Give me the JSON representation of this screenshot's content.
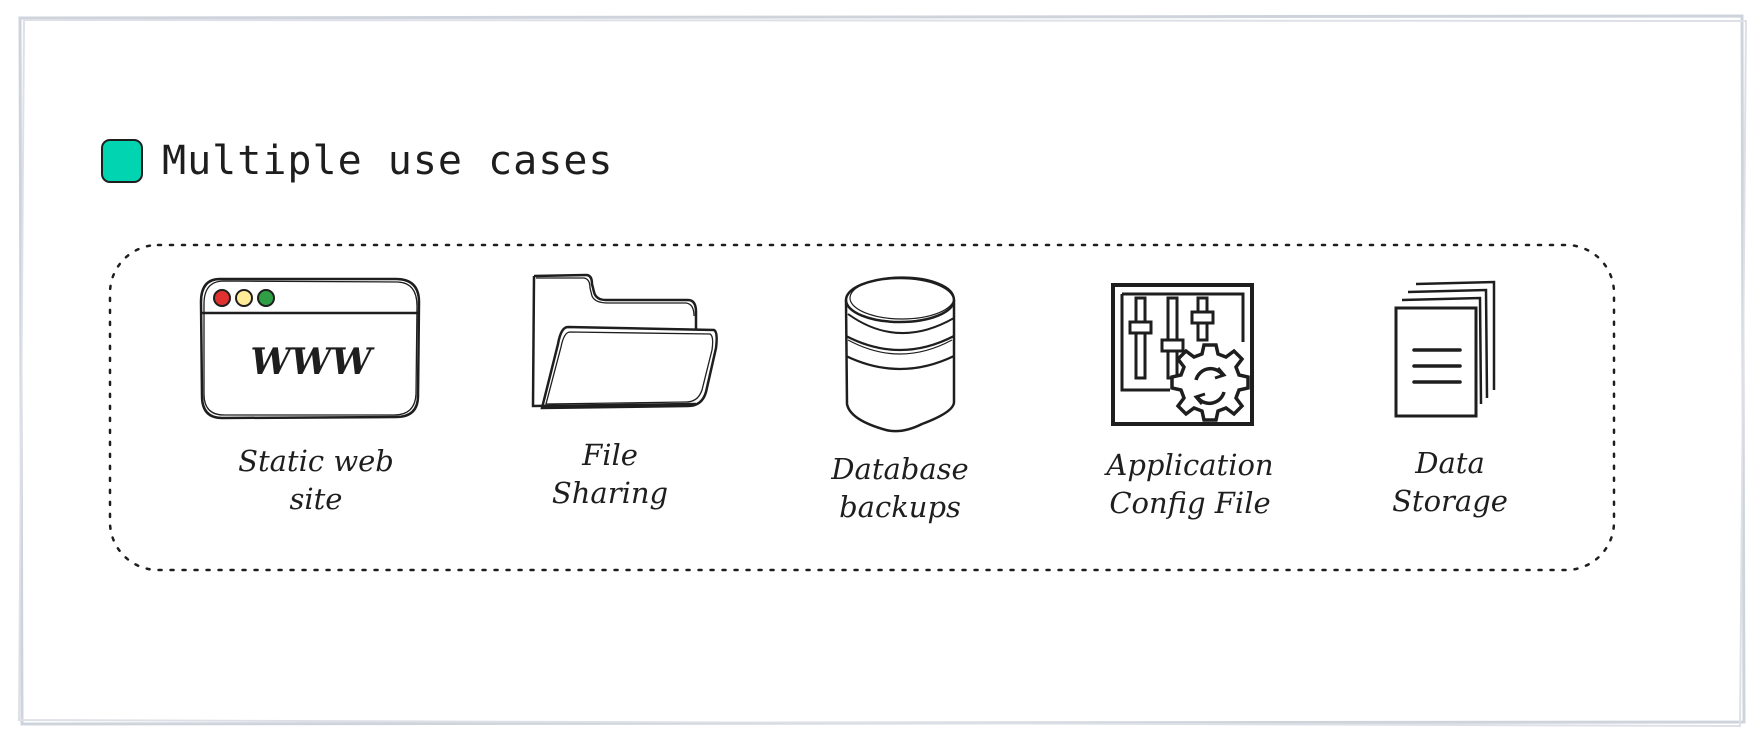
{
  "title": "Multiple use cases",
  "accent_color": "#00d4b0",
  "use_cases": [
    {
      "icon": "browser-window-icon",
      "browser_text": "WWW",
      "line1": "Static web",
      "line2": "site"
    },
    {
      "icon": "folder-icon",
      "line1": "File",
      "line2": "Sharing"
    },
    {
      "icon": "database-icon",
      "line1": "Database",
      "line2": "backups"
    },
    {
      "icon": "config-sliders-gear-icon",
      "line1": "Application",
      "line2": "Config File"
    },
    {
      "icon": "documents-stack-icon",
      "line1": "Data",
      "line2": "Storage"
    }
  ]
}
